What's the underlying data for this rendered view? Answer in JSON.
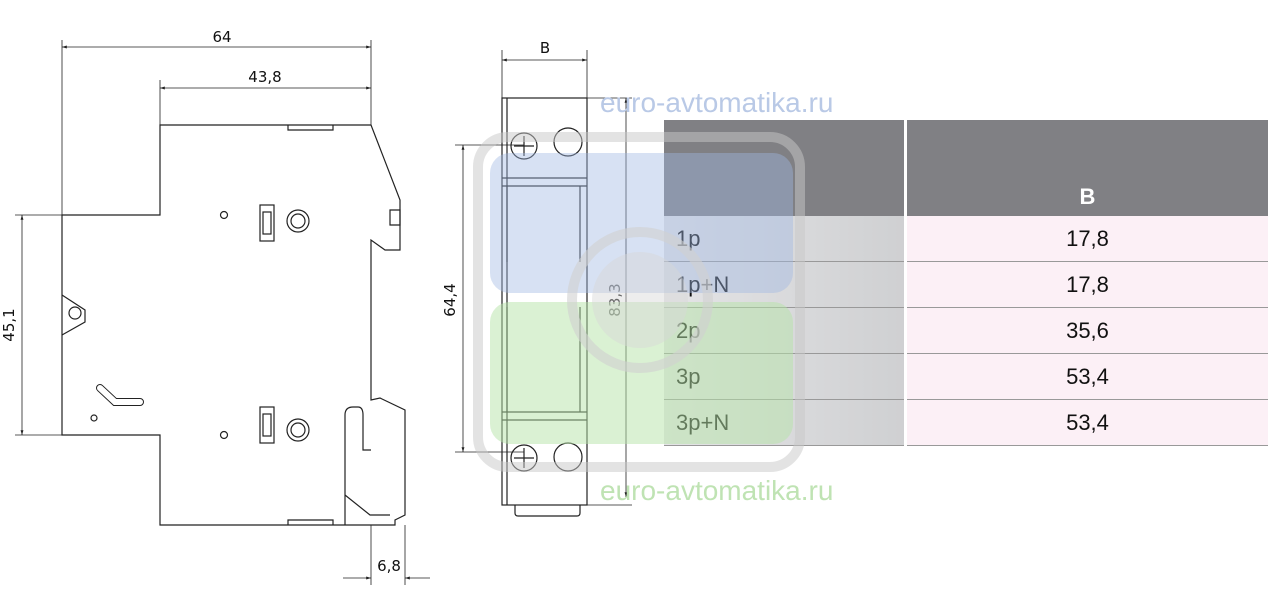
{
  "side_view": {
    "dim_total_depth": "64",
    "dim_front_depth": "43,8",
    "dim_height": "45,1",
    "dim_clip": "6,8"
  },
  "front_view": {
    "dim_width": "B",
    "dim_terminal_spacing": "64,4",
    "dim_total_height": "83,3"
  },
  "watermark": {
    "text_top": "euro-avtomatika.ru",
    "text_bottom": "euro-avtomatika.ru"
  },
  "table": {
    "header": {
      "col1": "",
      "col2": "B"
    },
    "rows": [
      {
        "poles": "1p",
        "b": "17,8"
      },
      {
        "poles": "1p+N",
        "b": "17,8"
      },
      {
        "poles": "2p",
        "b": "35,6"
      },
      {
        "poles": "3p",
        "b": "53,4"
      },
      {
        "poles": "3p+N",
        "b": "53,4"
      }
    ]
  },
  "colors": {
    "header": "#808084",
    "value_cell": "#fcf0f6",
    "watermark_blue": "#9fb8e3",
    "watermark_green": "#b6e3a8"
  }
}
